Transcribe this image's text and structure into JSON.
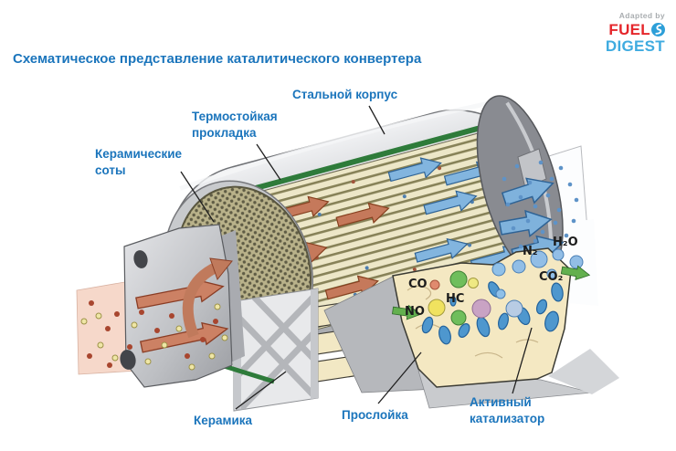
{
  "header": {
    "title": "Схематическое представление каталитического конвертера",
    "logo": {
      "adapted_by": "Adapted by",
      "fuel": "FUEL",
      "digest": "DIGEST"
    }
  },
  "diagram": {
    "labels": {
      "steel_body": "Стальной корпус",
      "gasket": {
        "line1": "Термостойкая",
        "line2": "прокладка"
      },
      "honeycomb": {
        "line1": "Керамические",
        "line2": "соты"
      },
      "ceramic": "Керамика",
      "interlayer": "Прослойка",
      "catalyst": {
        "line1": "Активный",
        "line2": "катализатор"
      }
    },
    "molecules": {
      "co": "CO",
      "hc": "HC",
      "no": "NO",
      "n2": "N₂",
      "h2o": "H₂O",
      "co2": "CO₂"
    },
    "colors": {
      "label_blue": "#1B75BC",
      "fuel_red": "#E5262B",
      "digest_blue": "#3FABE0",
      "steel_gray": "#C4C6CA",
      "gasket_green": "#2E7B3A",
      "ceramic_cream": "#EDE7C8",
      "catalyst_cream": "#F4E8C2",
      "dirty_exhaust_pink": "#F6D8CA",
      "inlet_arrow_red": "#C5795B",
      "outlet_arrow_blue": "#82B5DF",
      "clean_arrow_green": "#63B04E"
    }
  }
}
